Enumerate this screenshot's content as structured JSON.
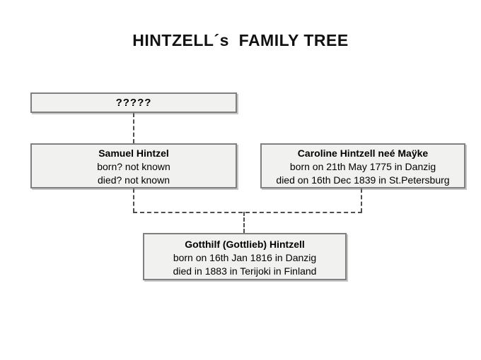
{
  "title": "HINTZELL´s  FAMILY TREE",
  "tree": {
    "unknown": {
      "name": "?????"
    },
    "father": {
      "name": "Samuel Hintzel",
      "born": "born? not known",
      "died": "died? not known"
    },
    "mother": {
      "name": "Caroline Hintzell neé Maÿke",
      "born": "born on 21th May 1775 in Danzig",
      "died": "died on 16th Dec 1839 in St.Petersburg"
    },
    "child": {
      "name": "Gotthilf (Gottlieb) Hintzell",
      "born": "born on 16th Jan 1816 in Danzig",
      "died": "died in 1883 in Terijoki in Finland"
    }
  }
}
